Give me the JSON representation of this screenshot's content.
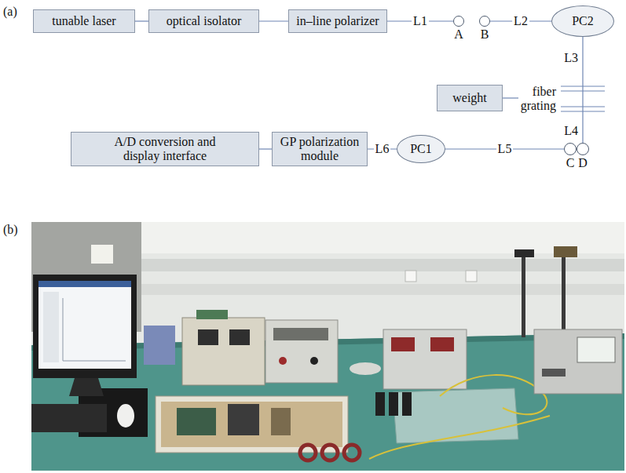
{
  "diagram": {
    "nodes": [
      {
        "text": [
          "tunable laser"
        ]
      },
      {
        "text": [
          "optical isolator"
        ]
      },
      {
        "text": [
          "in–line polarizer"
        ]
      },
      {
        "text": [
          "A"
        ]
      },
      {
        "text": [
          "B"
        ]
      },
      {
        "text": [
          "PC2"
        ]
      },
      {
        "text": [
          "weight"
        ]
      },
      {
        "text": [
          "fiber grating"
        ]
      },
      {
        "text": [
          "C"
        ]
      },
      {
        "text": [
          "D"
        ]
      },
      {
        "text": [
          "PC1"
        ]
      },
      {
        "text": [
          "GP polarization module"
        ]
      },
      {
        "text": [
          "A/D conversion and display interface"
        ]
      }
    ],
    "edges": [
      {
        "from": 0,
        "to": 1,
        "arrow": "none"
      },
      {
        "from": 1,
        "to": 2,
        "arrow": "none"
      },
      {
        "from": 2,
        "to": 3,
        "label": "L1",
        "arrow": "none"
      },
      {
        "from": 4,
        "to": 5,
        "label": "L2",
        "arrow": "none"
      },
      {
        "from": 5,
        "to": 7,
        "label": "L3",
        "arrow": "none"
      },
      {
        "from": 6,
        "to": 7,
        "arrow": "none"
      },
      {
        "from": 7,
        "to": 9,
        "label": "L4",
        "arrow": "none"
      },
      {
        "from": 8,
        "to": 10,
        "label": "L5",
        "arrow": "none"
      },
      {
        "from": 10,
        "to": 11,
        "label": "L6",
        "arrow": "none"
      },
      {
        "from": 11,
        "to": 12,
        "arrow": "none"
      }
    ],
    "labels": [
      "(a)",
      "(b)"
    ]
  }
}
